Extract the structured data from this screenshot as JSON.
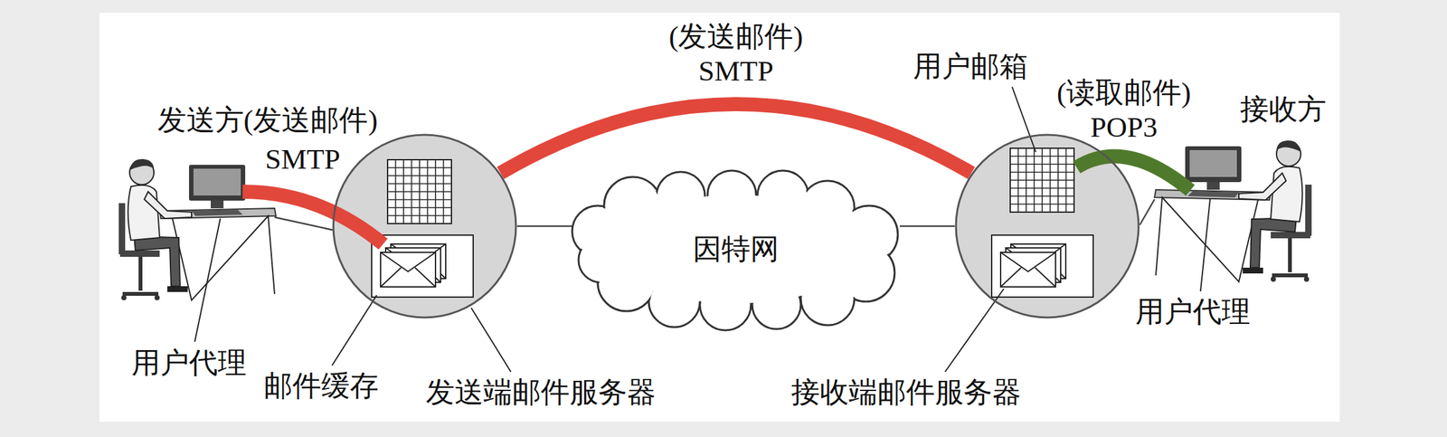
{
  "diagram": {
    "nodes": [
      {
        "text": [
          "发送端邮件服务器"
        ]
      },
      {
        "text": [
          "因特网"
        ]
      },
      {
        "text": [
          "接收端邮件服务器"
        ]
      }
    ],
    "edges": [
      {
        "from": 0,
        "to": 1,
        "arrow": "none"
      },
      {
        "from": 1,
        "to": 2,
        "arrow": "none"
      },
      {
        "from": 0,
        "to": 2,
        "label": "(发送邮件) SMTP",
        "arrow": "none"
      }
    ],
    "labels": [
      "发送方(发送邮件)",
      "SMTP",
      "用户邮箱",
      "(读取邮件)",
      "POP3",
      "接收方",
      "用户代理",
      "邮件缓存",
      "用户代理"
    ]
  }
}
